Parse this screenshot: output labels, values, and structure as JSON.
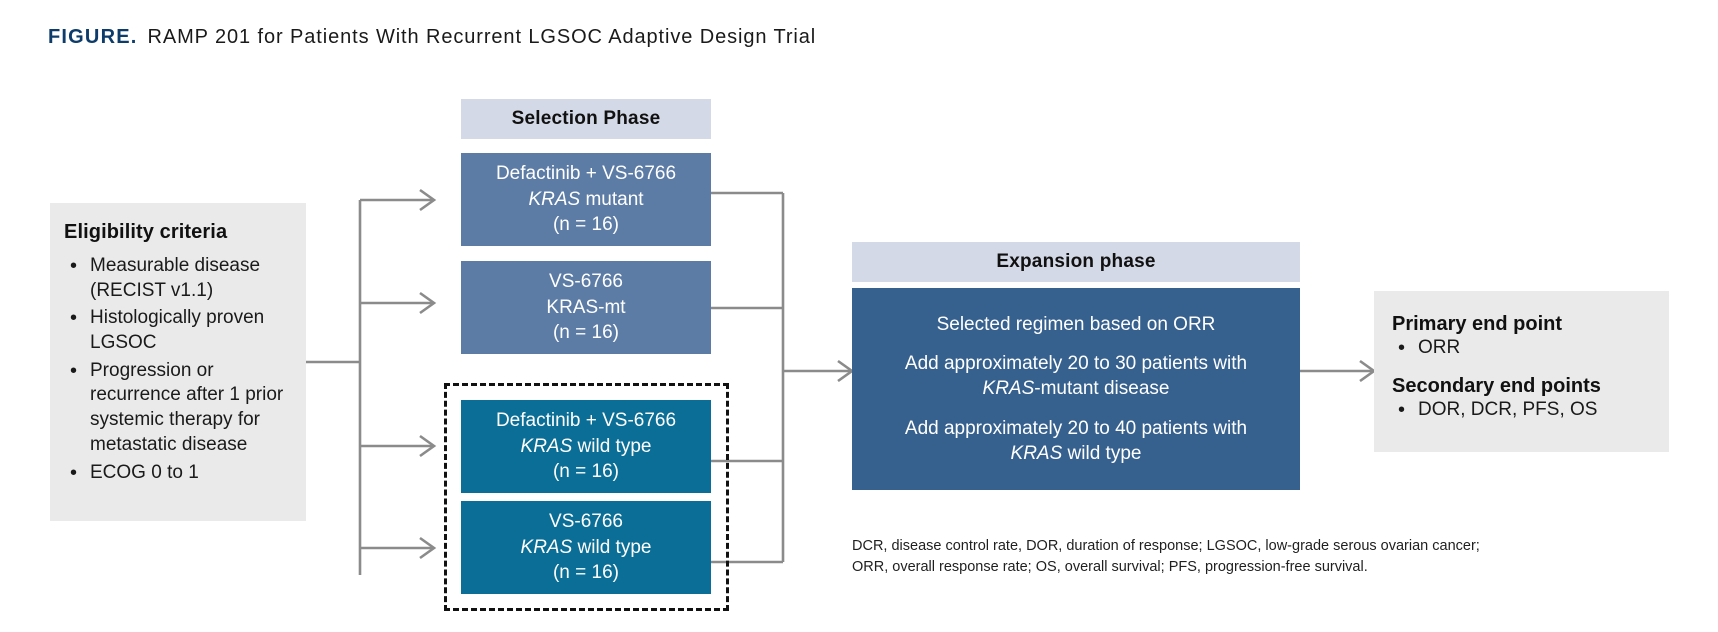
{
  "figure": {
    "kicker": "FIGURE.",
    "title": "RAMP 201 for Patients With Recurrent LGSOC Adaptive Design Trial"
  },
  "eligibility": {
    "heading": "Eligibility criteria",
    "items": [
      "Measurable disease (RECIST v1.1)",
      "Histologically proven LGSOC",
      "Progression or recurrence after 1 prior systemic therapy for metastatic disease",
      "ECOG 0 to 1"
    ]
  },
  "selection_phase": {
    "header": "Selection Phase",
    "arms": [
      {
        "line1": "Defactinib + VS-6766",
        "line2_italic": "KRAS",
        "line2_rest": " mutant",
        "line3": "(n = 16)",
        "color": "#5c7ca5",
        "style": "slate"
      },
      {
        "line1": "VS-6766",
        "line2_italic": "",
        "line2_rest": "KRAS-mt",
        "line3": "(n = 16)",
        "color": "#5c7ca5",
        "style": "slate"
      },
      {
        "line1": "Defactinib + VS-6766",
        "line2_italic": "KRAS",
        "line2_rest": " wild type",
        "line3": "(n = 16)",
        "color": "#0b6e96",
        "style": "teal"
      },
      {
        "line1": "VS-6766",
        "line2_italic": "KRAS",
        "line2_rest": " wild type",
        "line3": "(n = 16)",
        "color": "#0b6e96",
        "style": "teal"
      }
    ]
  },
  "expansion_phase": {
    "header": "Expansion phase",
    "line1": "Selected regimen based on ORR",
    "block2_a": "Add approximately 20 to 30 patients with",
    "block2_italic": "KRAS",
    "block2_b": "-mutant disease",
    "block3_a": "Add approximately 20 to 40 patients with",
    "block3_italic": "KRAS",
    "block3_b": " wild type"
  },
  "end_points": {
    "primary_heading": "Primary end point",
    "primary_item": "ORR",
    "secondary_heading": "Secondary end points",
    "secondary_item": "DOR, DCR, PFS, OS"
  },
  "footnote": {
    "line1": "DCR, disease control rate, DOR, duration of response; LGSOC, low-grade serous ovarian cancer;",
    "line2": "ORR, overall response rate; OS, overall survival; PFS, progression-free survival."
  },
  "colors": {
    "navy_kicker": "#0d3c6b",
    "phase_header_bg": "#d3d9e6",
    "slate_arm": "#5c7ca5",
    "teal_arm": "#0b6e96",
    "expansion_bg": "#36618e",
    "panel_grey": "#eaeaea",
    "connector": "#8b8b8b"
  }
}
